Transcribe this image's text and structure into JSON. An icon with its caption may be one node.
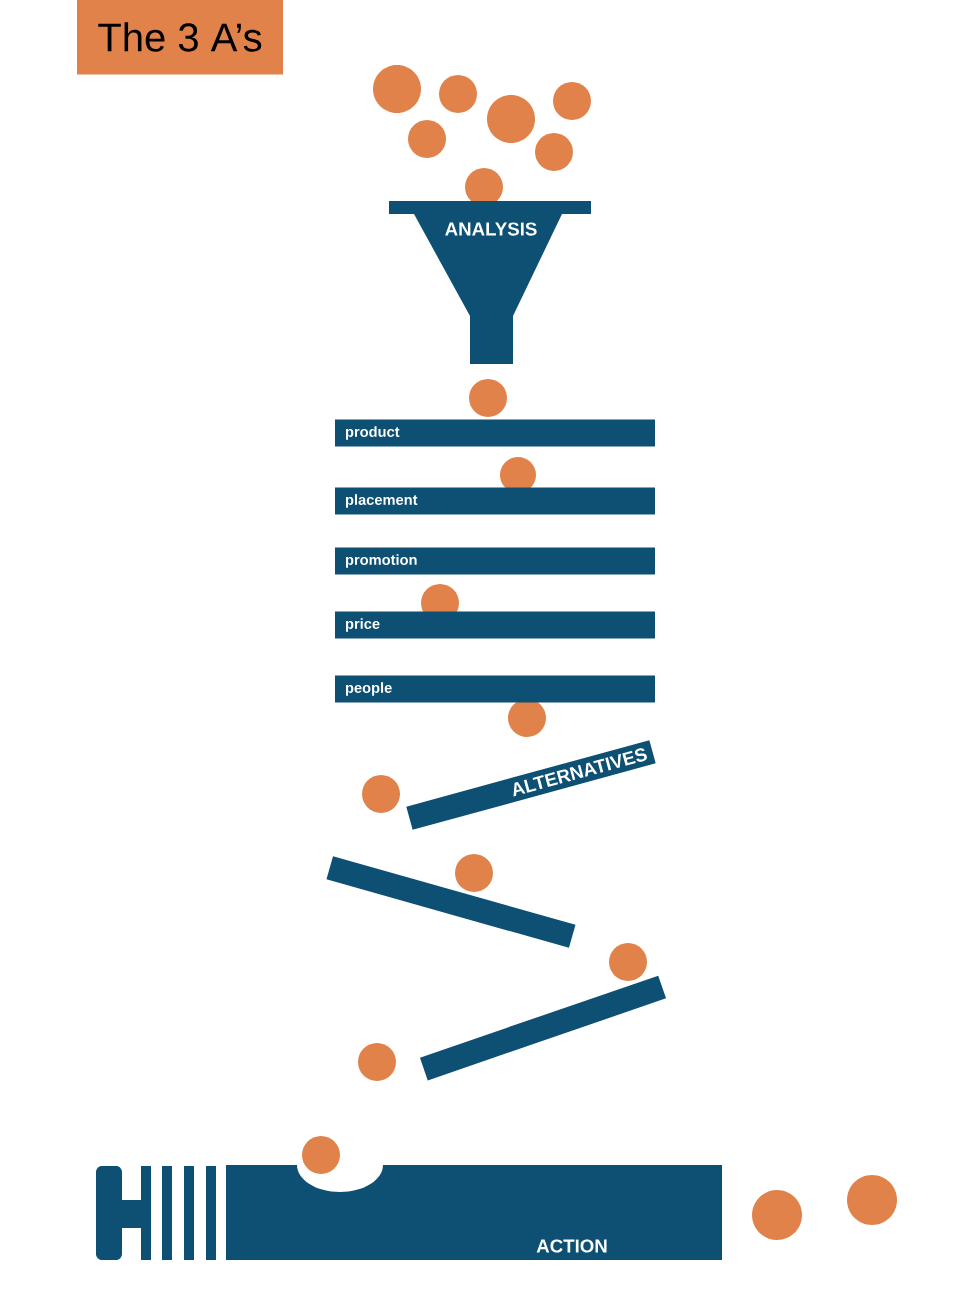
{
  "diagram": {
    "title": "The 3 A’s",
    "nodes": [
      {
        "text": [
          "ANALYSIS"
        ]
      },
      {
        "text": [
          "product"
        ]
      },
      {
        "text": [
          "placement"
        ]
      },
      {
        "text": [
          "promotion"
        ]
      },
      {
        "text": [
          "price"
        ]
      },
      {
        "text": [
          "people"
        ]
      },
      {
        "text": [
          "ALTERNATIVES"
        ]
      },
      {
        "text": [],
        "shape": "bar"
      },
      {
        "text": [],
        "shape": "bar"
      },
      {
        "text": [
          "ACTION"
        ]
      }
    ]
  }
}
